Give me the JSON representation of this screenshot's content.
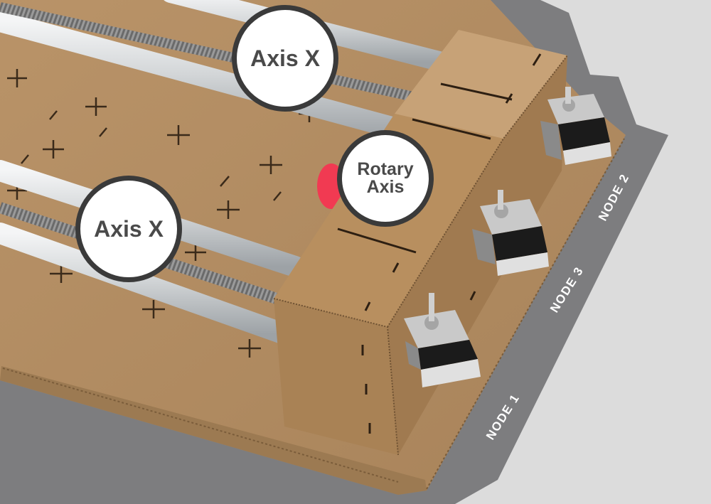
{
  "callouts": {
    "axis_x_top": "Axis X",
    "axis_x_bottom": "Axis X",
    "rotary_line1": "Rotary",
    "rotary_line2": "Axis"
  },
  "nodes": {
    "node_1": "NODE 1",
    "node_2": "NODE 2",
    "node_3": "NODE 3"
  },
  "colors": {
    "background": "#dcdcdc",
    "band": "#7d7d7f",
    "cardboard": "#b58f63",
    "cardboard_dark": "#a07a50",
    "cardboard_light": "#c7a277",
    "rod": "#cfd2d4",
    "motor_body": "#1b1b1b",
    "motor_cap": "#c8c8c8",
    "marker": "#f13a52",
    "callout_border": "#3a3a3a",
    "callout_text": "#4a4a4a"
  }
}
